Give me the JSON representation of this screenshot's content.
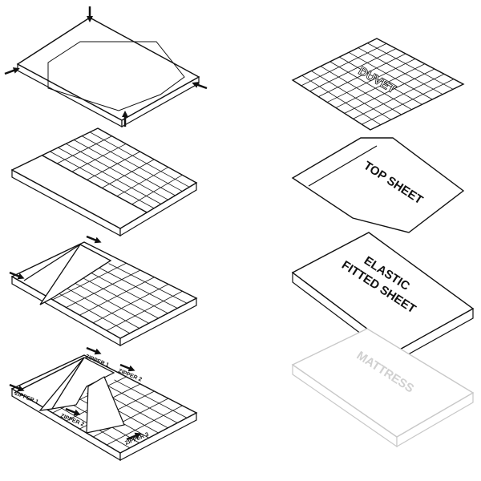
{
  "colors": {
    "line": "#111111",
    "mattress": "#c8c8c8",
    "fill": "#ffffff"
  },
  "left_column": {
    "step4_labels": {
      "zipper1_top": "ZIPPER 1",
      "zipper2_top": "ZIPPER 2",
      "zipper1_left": "ZIPPER 1",
      "zipper2_front": "ZIPPER 2",
      "zipper3": "ZIPPER 3"
    }
  },
  "right_column": {
    "duvet": "DUVET",
    "top_sheet": "TOP SHEET",
    "fitted_line1": "ELASTIC",
    "fitted_line2": "FITTED SHEET",
    "mattress": "MATTRESS"
  }
}
